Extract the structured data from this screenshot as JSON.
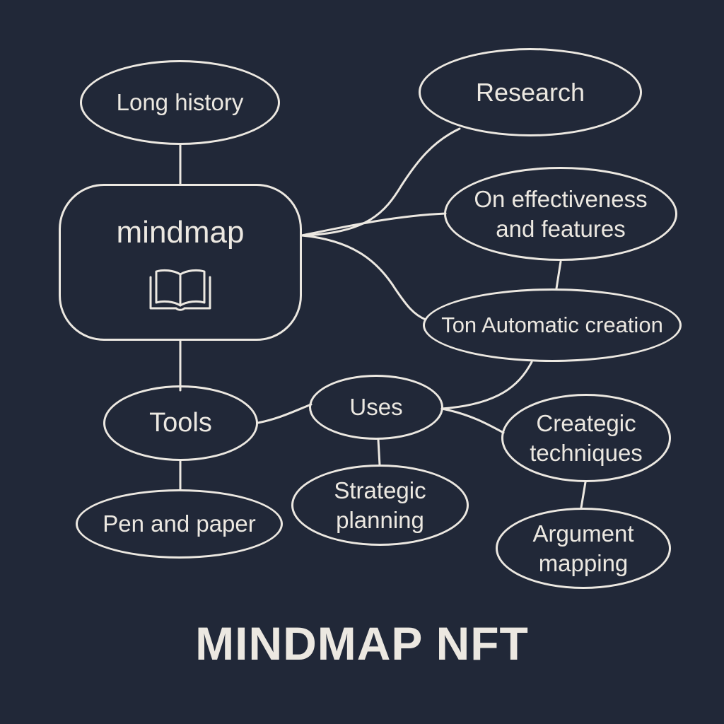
{
  "root": {
    "label": "mindmap",
    "icon": "open-book-icon"
  },
  "nodes": {
    "long_history": "Long history",
    "research": "Research",
    "effectiveness": "On effectiveness\nand features",
    "automatic_creation": "Ton Automatic creation",
    "tools": "Tools",
    "uses": "Uses",
    "pen_paper": "Pen and paper",
    "strategic_planning": "Strategic\nplanning",
    "creategic_techniques": "Creategic\ntechniques",
    "argument_mapping": "Argument\nmapping"
  },
  "footer": {
    "title": "MINDMAP NFT"
  },
  "colors": {
    "background": "#212838",
    "stroke": "#ece8e1"
  }
}
